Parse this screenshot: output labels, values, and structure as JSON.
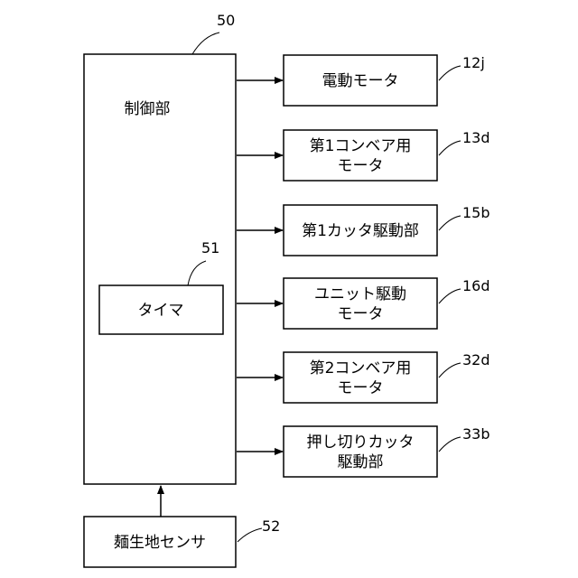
{
  "control_unit": {
    "label": "制御部",
    "ref": "50"
  },
  "timer": {
    "label": "タイマ",
    "ref": "51"
  },
  "sensor": {
    "label": "麺生地センサ",
    "ref": "52"
  },
  "outputs": [
    {
      "lines": [
        "電動モータ"
      ],
      "ref": "12j"
    },
    {
      "lines": [
        "第1コンベア用",
        "モータ"
      ],
      "ref": "13d"
    },
    {
      "lines": [
        "第1カッタ駆動部"
      ],
      "ref": "15b"
    },
    {
      "lines": [
        "ユニット駆動",
        "モータ"
      ],
      "ref": "16d"
    },
    {
      "lines": [
        "第2コンベア用",
        "モータ"
      ],
      "ref": "32d"
    },
    {
      "lines": [
        "押し切りカッタ",
        "駆動部"
      ],
      "ref": "33b"
    }
  ]
}
